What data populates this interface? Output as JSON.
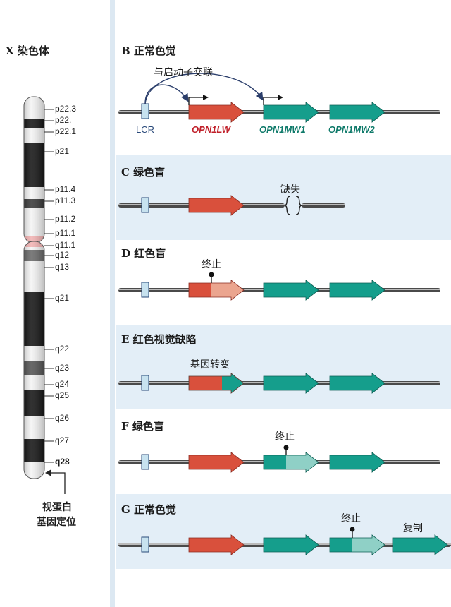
{
  "panel_x": {
    "title": "X 染色体",
    "bands": [
      "p22.3",
      "p22.",
      "p22.1",
      "p21",
      "p11.4",
      "p11.3",
      "p11.2",
      "p11.1",
      "q11.1",
      "q12",
      "q13",
      "q21",
      "q22",
      "q23",
      "q24",
      "q25",
      "q26",
      "q27",
      "q28"
    ],
    "caption_line1": "视蛋白",
    "caption_line2": "基因定位"
  },
  "panel_b": {
    "title": "B 正常色觉",
    "annotation": "与启动子交联",
    "labels": {
      "lcr": "LCR",
      "opn1lw": "OPN1LW",
      "opn1mw1": "OPN1MW1",
      "opn1mw2": "OPN1MW2"
    }
  },
  "panel_c": {
    "title": "C 绿色盲",
    "annotation": "缺失"
  },
  "panel_d": {
    "title": "D 红色盲",
    "annotation": "终止"
  },
  "panel_e": {
    "title": "E 红色视觉缺陷",
    "annotation": "基因转变"
  },
  "panel_f": {
    "title": "F 绿色盲",
    "annotation": "终止"
  },
  "panel_g": {
    "title": "G 正常色觉",
    "annotation_stop": "终止",
    "annotation_dup": "复制"
  },
  "colors": {
    "red_gene": "#d9503c",
    "green_gene": "#159e8c",
    "lcr": "#c7e2ef",
    "background_panel": "#e3eef7",
    "text_red": "#c0202a",
    "text_green": "#0f7a6a",
    "text_lcr": "#2a4a7a"
  }
}
